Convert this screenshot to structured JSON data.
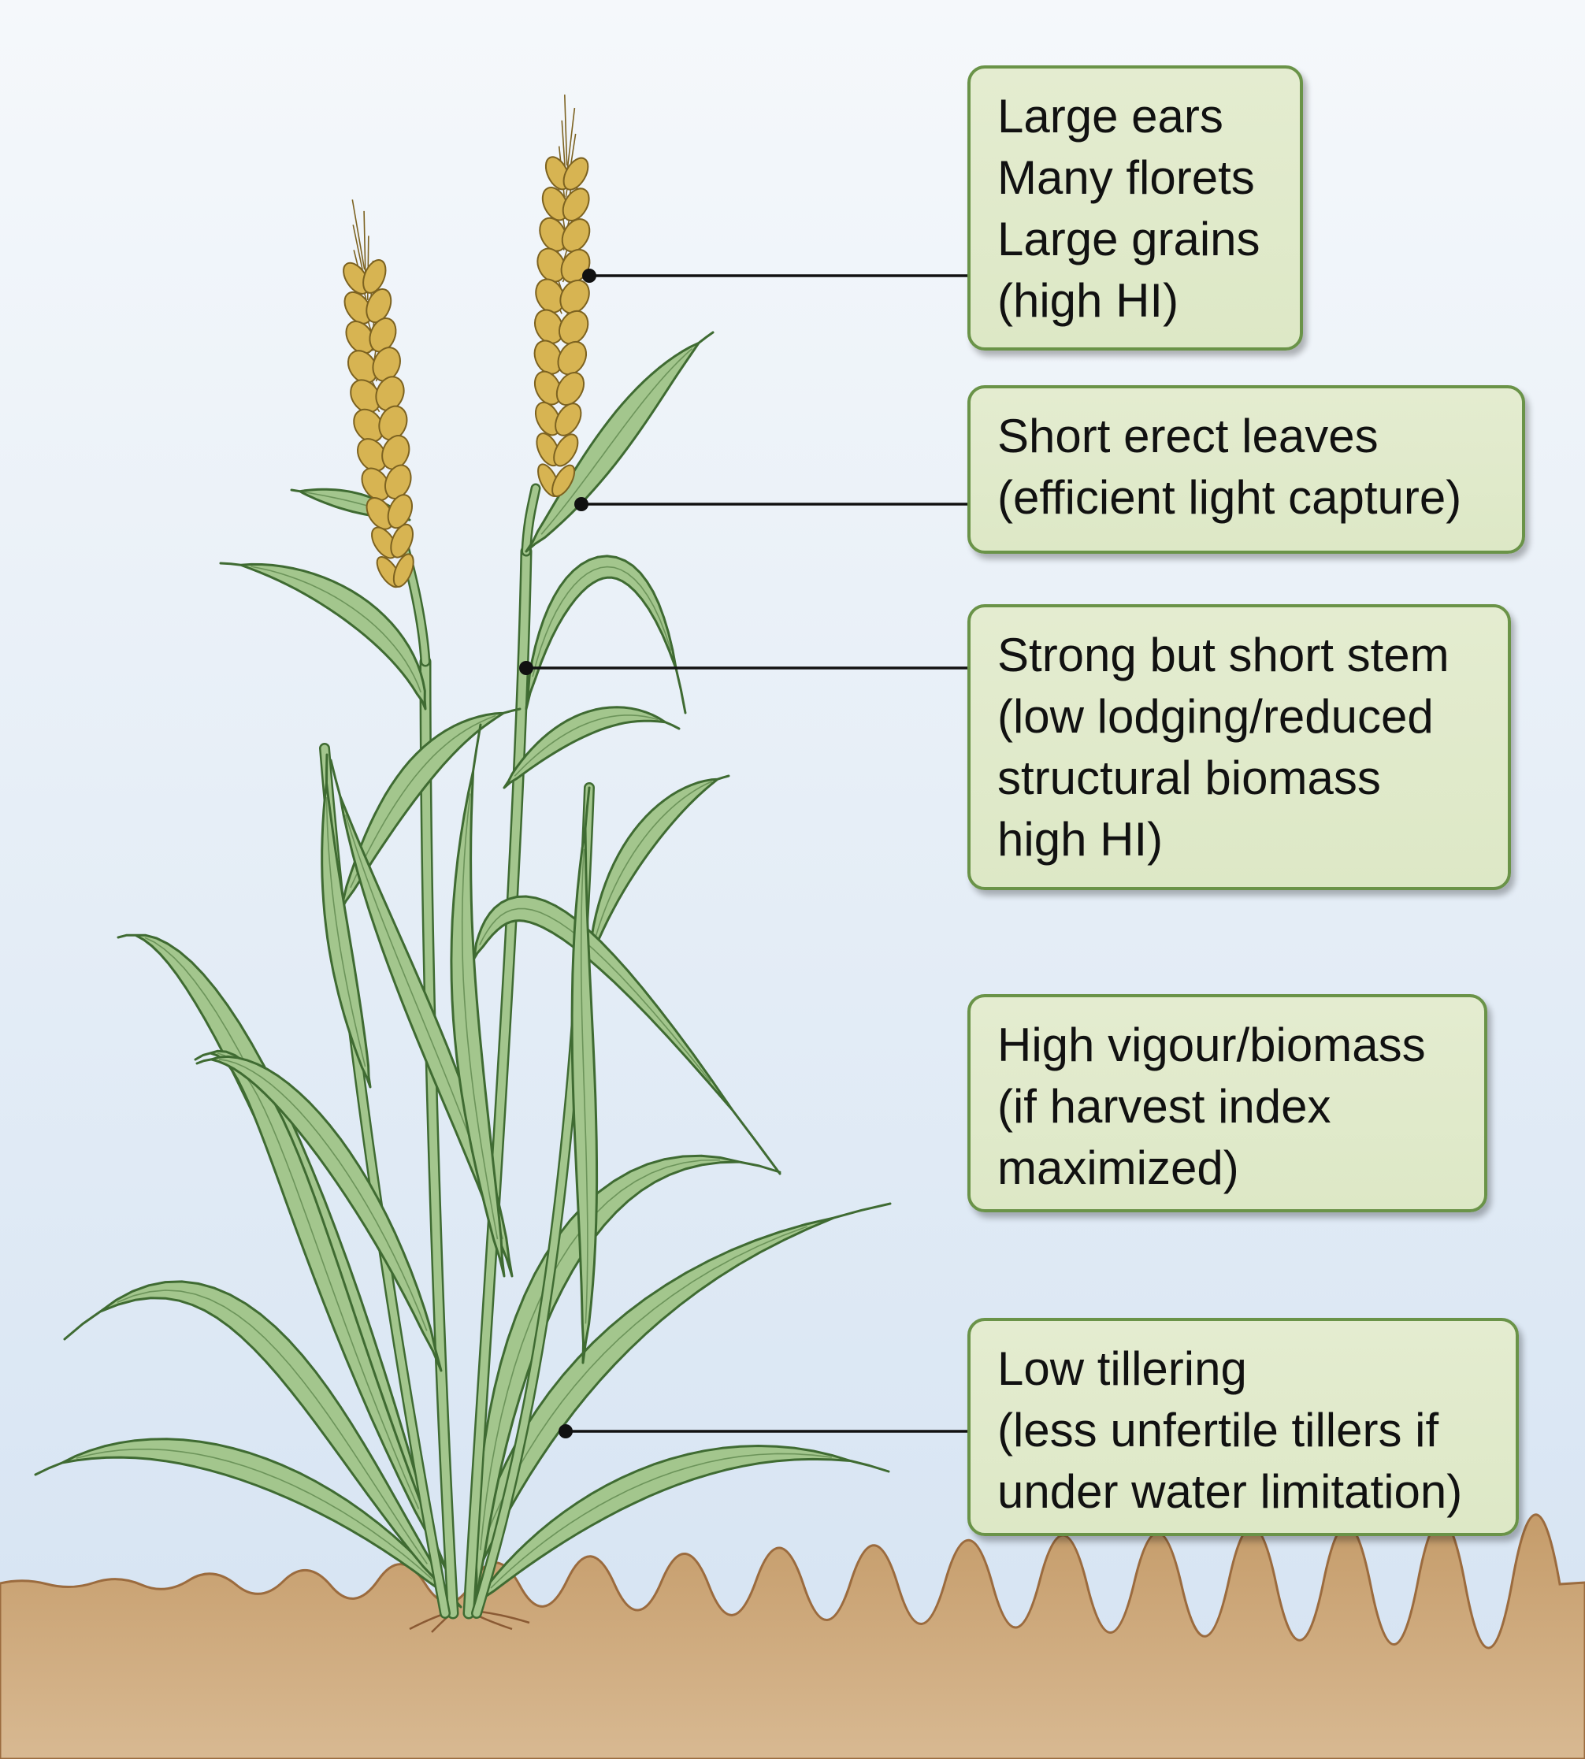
{
  "callouts": [
    {
      "lines": [
        "Large ears",
        "Many florets",
        "Large grains",
        "(high HI)"
      ]
    },
    {
      "lines": [
        "Short erect leaves",
        "(efficient light capture)"
      ]
    },
    {
      "lines": [
        "Strong but short stem",
        "(low lodging/reduced",
        "structural biomass",
        "high HI)"
      ]
    },
    {
      "lines": [
        "High vigour/biomass",
        "(if harvest index",
        "maximized)"
      ]
    },
    {
      "lines": [
        "Low tillering",
        "(less unfertile tillers if",
        "under water limitation)"
      ]
    }
  ],
  "colors": {
    "sky_top": "#f4f7fb",
    "sky_bottom": "#d6e4f3",
    "soil_top": "#c79e6d",
    "soil_bottom": "#d7b88f",
    "leaf_fill": "#a3c68d",
    "leaf_stroke": "#3f6b32",
    "ear_fill": "#d7b452",
    "ear_stroke": "#7c6220",
    "callout_fill": "#e2ebcd",
    "callout_border": "#6a9348"
  }
}
